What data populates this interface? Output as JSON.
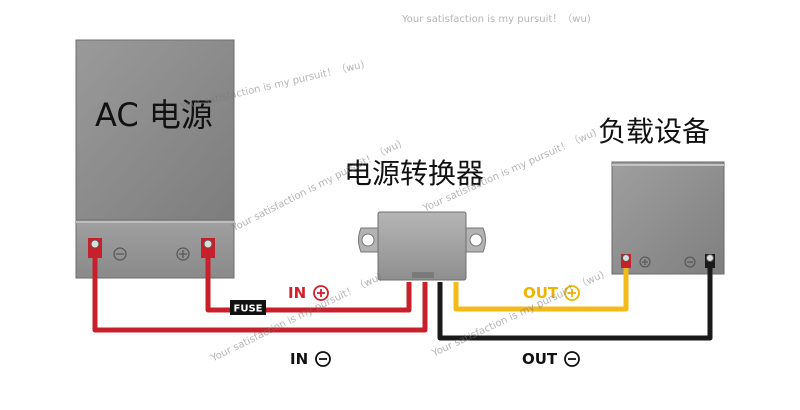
{
  "labels": {
    "ac_source": "AC 电源",
    "converter": "电源转换器",
    "load": "负载设备",
    "fuse": "FUSE",
    "in_pos": "IN",
    "in_neg": "IN",
    "out_pos": "OUT",
    "out_neg": "OUT"
  },
  "watermarks": [
    "Your satisfaction is my pursuit！（wu)",
    "Your satisfaction is my pursuit！（wu)",
    "Your satisfaction is my pursuit！（wu)",
    "Your satisfaction is my pursuit！（wu)",
    "Your satisfaction is my pursuit！（wu)"
  ],
  "colors": {
    "positive_wire": "#c8202a",
    "negative_wire": "#1a1a1a",
    "output_positive_wire": "#f2bb17",
    "box_gray": "#8e8e8e",
    "converter_gray": "#a6a6a6",
    "in_label": "#d4202a",
    "out_pos_label": "#f0b300",
    "out_neg_label": "#111111",
    "fuse_bg": "#111111",
    "fuse_text": "#ffffff"
  }
}
